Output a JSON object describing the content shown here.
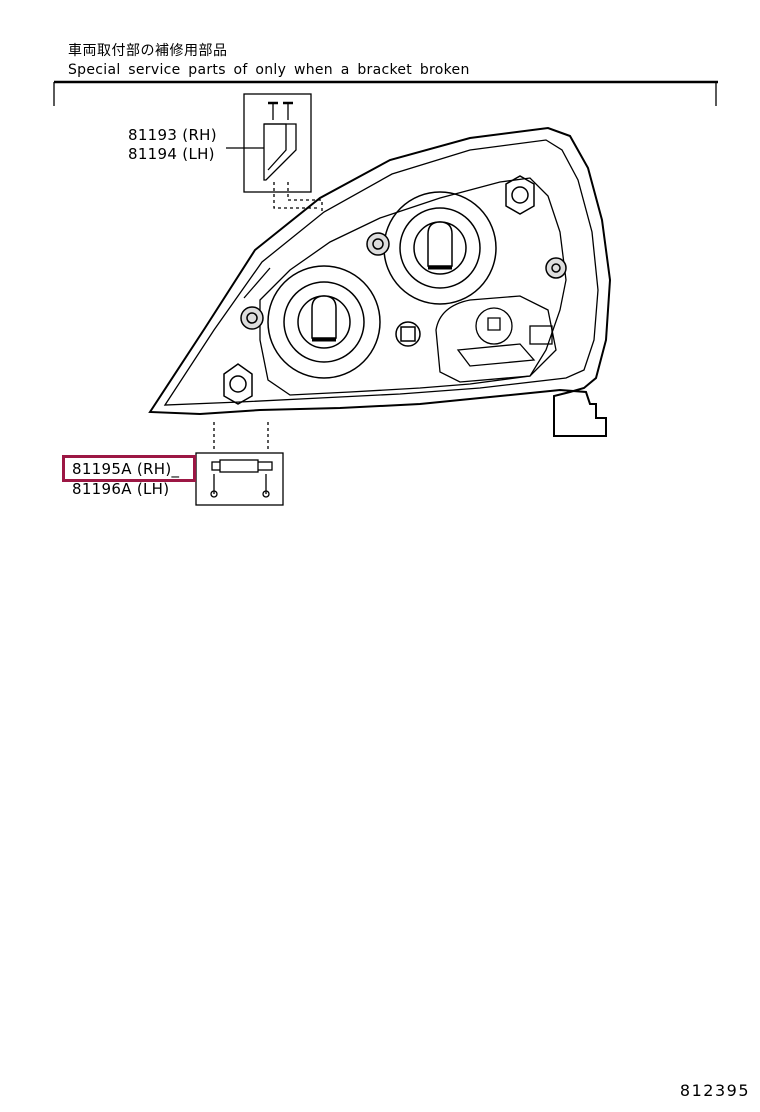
{
  "header": {
    "title_jp": "車両取付部の補修用部品",
    "title_en": "Special service parts of only when a bracket broken"
  },
  "parts": [
    {
      "number": "81193",
      "side": "(RH)"
    },
    {
      "number": "81194",
      "side": "(LH)"
    },
    {
      "number": "81195A",
      "side": "(RH)"
    },
    {
      "number": "81196A",
      "side": "(LH)"
    }
  ],
  "highlighted_part": "81195A (RH)",
  "highlight_color": "#9c1744",
  "page_code": "812395"
}
